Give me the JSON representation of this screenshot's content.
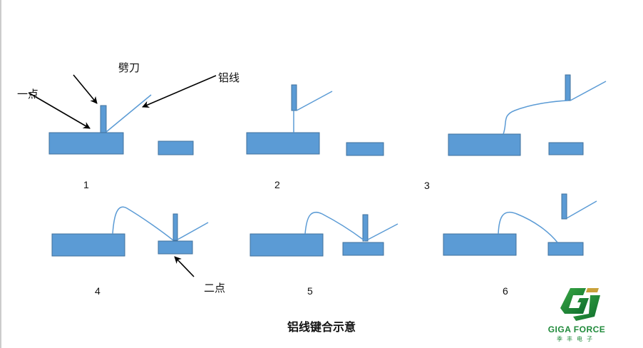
{
  "title": "铝线键合示意",
  "labels": {
    "capillary": "劈刀",
    "wire": "铝线",
    "first_bond": "一点",
    "second_bond": "二点"
  },
  "steps": [
    "1",
    "2",
    "3",
    "4",
    "5",
    "6"
  ],
  "logo": {
    "name": "GIGA FORCE",
    "subtitle": "季丰电子"
  },
  "colors": {
    "fill": "#5b9bd5",
    "stroke": "#41719c",
    "wire": "#5b9bd5",
    "logo": "#1f8a3a"
  }
}
